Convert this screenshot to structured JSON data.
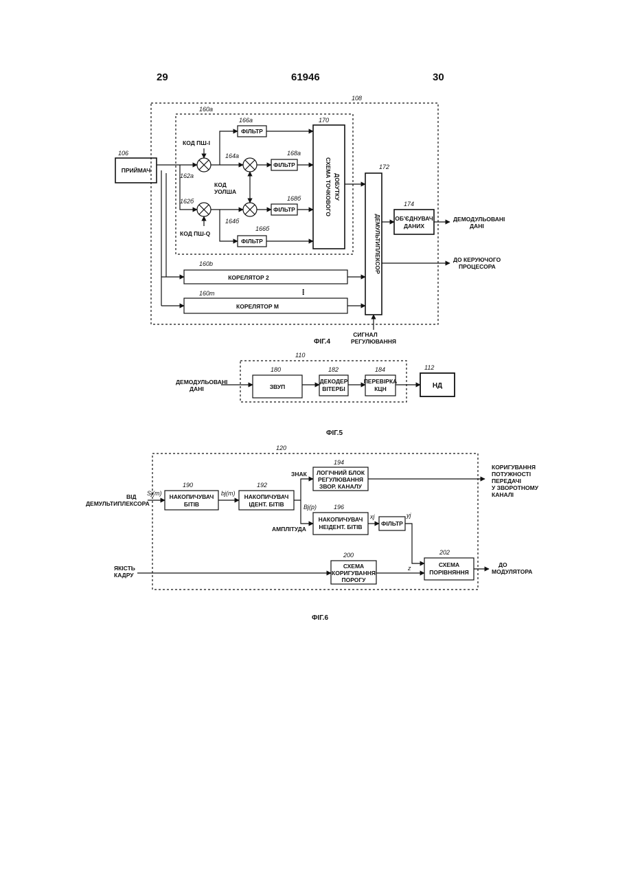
{
  "header": {
    "page_left": "29",
    "doc_number": "61946",
    "page_right": "30"
  },
  "fig4": {
    "caption": "ФІГ.4",
    "refs": {
      "demod": "108",
      "finger": "160a",
      "receiver": "106",
      "filt_top": "166a",
      "diag": "170",
      "mult_top": "162a",
      "mult_mid_top": "164a",
      "filt_mid_top": "168a",
      "mult_bot": "162б",
      "mult_mid_bot": "164б",
      "filt_mid_bot": "168б",
      "filt_bot": "166б",
      "demux": "172",
      "combiner": "174",
      "corr2": "160b",
      "corrm": "160m"
    },
    "blocks": {
      "receiver": "ПРИЙМАЧ",
      "filter": "ФІЛЬТР",
      "diag_line1": "СХЕМА ТОЧКОВОГО",
      "diag_line2": "ДОБУТКУ",
      "demux": "ДЕМУЛЬТИПЛЕКСОР",
      "combiner_line1": "ОБ'ЄДНУВАЧ",
      "combiner_line2": "ДАНИХ",
      "corr2": "КОРЕЛЯТОР  2",
      "corrm": "КОРЕЛЯТОР  M",
      "dots": "•••"
    },
    "labels": {
      "pn_i": "КОД ПШ-І",
      "pn_q": "КОД ПШ-Q",
      "walsh_line1": "КОД",
      "walsh_line2": "УОЛША",
      "out1_line1": "ДЕМОДУЛЬОВАНІ",
      "out1_line2": "ДАНІ",
      "out2_line1": "ДО КЕРУЮЧОГО",
      "out2_line2": "ПРОЦЕСОРА",
      "ctrl_line1": "СИГНАЛ",
      "ctrl_line2": "РЕГУЛЮВАННЯ"
    }
  },
  "fig5": {
    "caption": "ФІГ.5",
    "refs": {
      "group": "110",
      "deint": "180",
      "viterbi": "182",
      "crc": "184",
      "ip": "112"
    },
    "input_line1": "ДЕМОДУЛЬОВАНІ",
    "input_line2": "ДАНІ",
    "blocks": {
      "deint": "ЗВУП",
      "viterbi_line1": "ДЕКОДЕР",
      "viterbi_line2": "ВІТЕРБІ",
      "crc_line1": "ПЕРЕВІРКА",
      "crc_line2": "КЦН",
      "ip": "НД"
    }
  },
  "fig6": {
    "caption": "ФІГ.6",
    "refs": {
      "group": "120",
      "logic": "194",
      "acc1": "190",
      "acc2": "192",
      "acc3": "196",
      "thr": "200",
      "cmp": "202"
    },
    "blocks": {
      "acc1_line1": "НАКОПИЧУВАЧ",
      "acc1_line2": "БІТІВ",
      "acc2_line1": "НАКОПИЧУВАЧ",
      "acc2_line2": "ІДЕНТ. БІТІВ",
      "logic_line1": "ЛОГІЧНИЙ БЛОК",
      "logic_line2": "РЕГУЛЮВАННЯ",
      "logic_line3": "ЗВОР. КАНАЛУ",
      "acc3_line1": "НАКОПИЧУВАЧ",
      "acc3_line2": "НЕІДЕНТ. БІТІВ",
      "filter": "ФІЛЬТР",
      "thr_line1": "СХЕМА",
      "thr_line2": "КОРИГУВАННЯ",
      "thr_line3": "ПОРОГУ",
      "cmp_line1": "СХЕМА",
      "cmp_line2": "ПОРІВНЯННЯ"
    },
    "labels": {
      "from1": "ВІД",
      "from2": "ДЕМУЛЬТИПЛЕКСОРА",
      "sign": "ЗНАК",
      "amplitude": "АМПЛІТУДА",
      "quality1": "ЯКІСТЬ",
      "quality2": "КАДРУ",
      "out1_1": "КОРИГУВАННЯ",
      "out1_2": "ПОТУЖНОСТІ",
      "out1_3": "ПЕРЕДАЧІ",
      "out1_4": "У ЗВОРОТНОМУ",
      "out1_5": "КАНАЛІ",
      "out2_1": "ДО",
      "out2_2": "МОДУЛЯТОРА"
    },
    "signals": {
      "s": "Sj(m)",
      "b": "bj(m)",
      "B": "Bj(p)",
      "x": "xj",
      "y": "yj",
      "z": "z"
    }
  }
}
